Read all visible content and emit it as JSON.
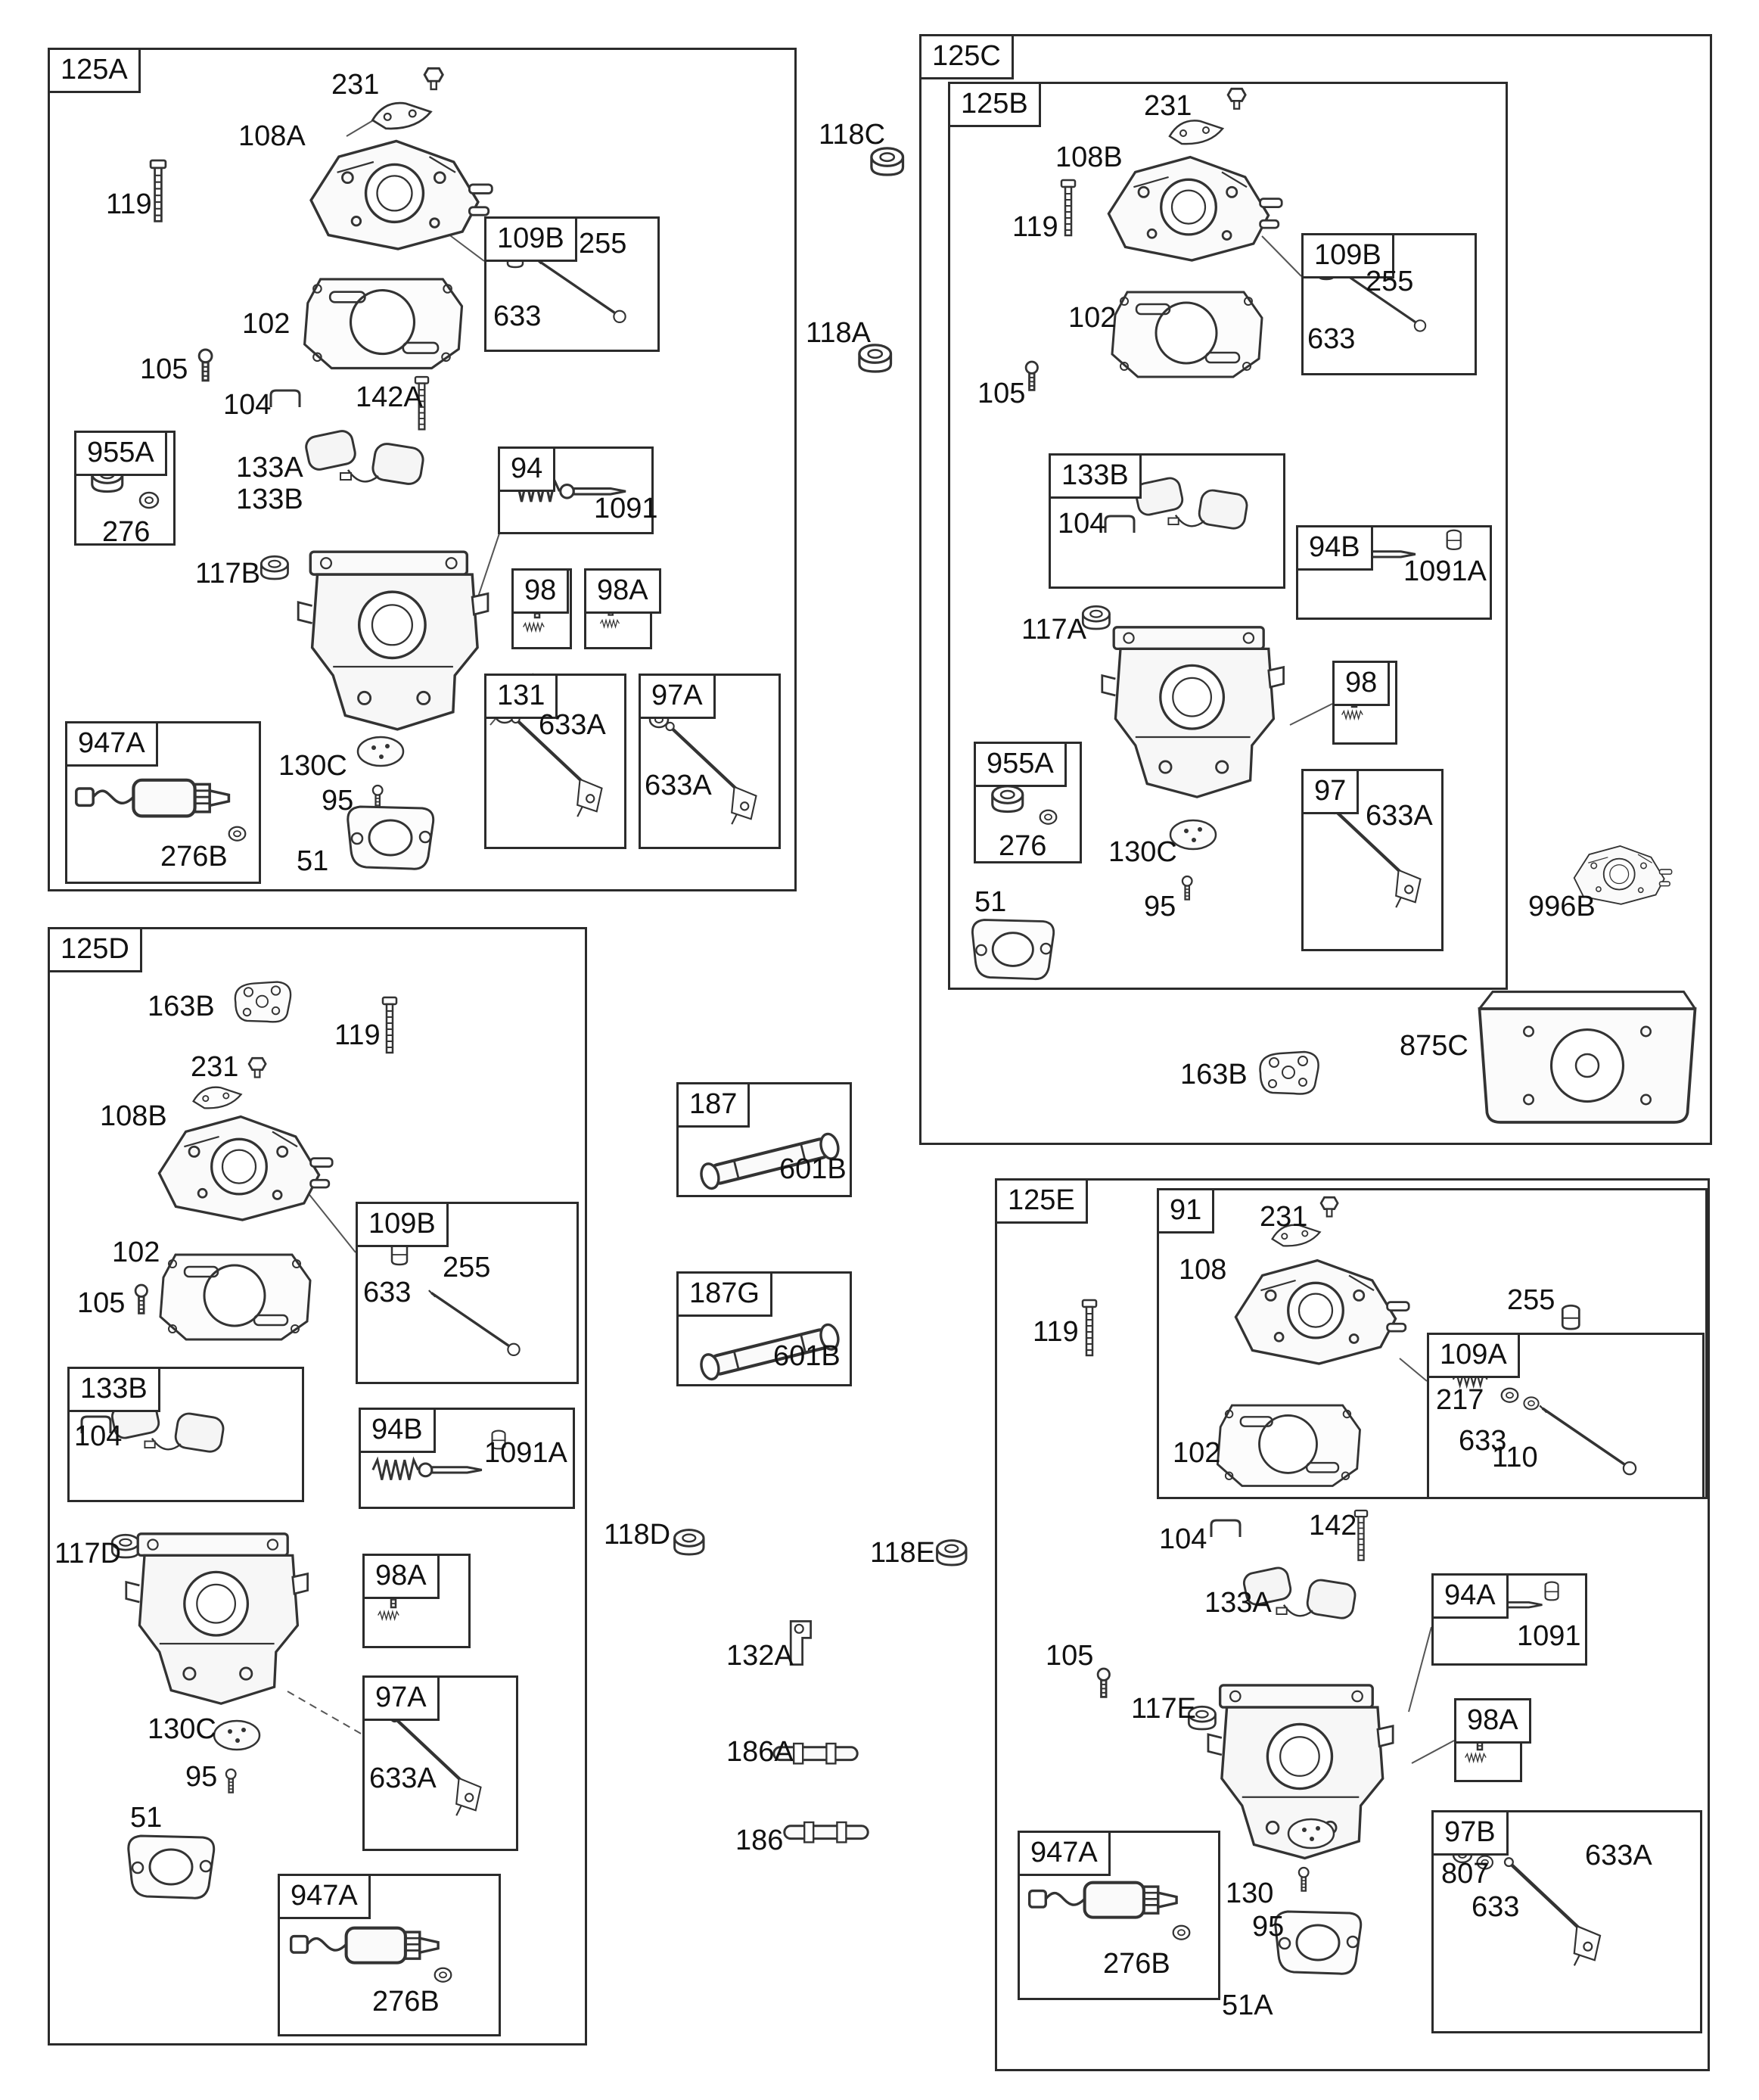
{
  "title": "Carburetor exploded parts diagram",
  "colors": {
    "ink": "#2b2b2b",
    "paper": "#ffffff"
  },
  "diagram": {
    "sections": {
      "a": {
        "tag": "125A",
        "loose": [
          "231",
          "108A",
          "119",
          "102",
          "105",
          "104",
          "142A",
          "133A",
          "133B",
          "117B",
          "130C",
          "95",
          "51"
        ],
        "boxes": {
          "b109B": {
            "tag": "109B",
            "parts": [
              "255",
              "633"
            ]
          },
          "b955A": {
            "tag": "955A",
            "parts": [
              "276"
            ]
          },
          "b94": {
            "tag": "94",
            "parts": [
              "1091"
            ]
          },
          "b98": {
            "tag": "98",
            "parts": []
          },
          "b98A": {
            "tag": "98A",
            "parts": []
          },
          "b131": {
            "tag": "131",
            "parts": [
              "633A"
            ]
          },
          "b97A": {
            "tag": "97A",
            "parts": [
              "633A"
            ]
          },
          "b947A": {
            "tag": "947A",
            "parts": [
              "276B"
            ]
          }
        }
      },
      "c": {
        "tag": "125C",
        "loose": [
          "996B",
          "875C",
          "163B"
        ]
      },
      "b": {
        "tag": "125B",
        "loose": [
          "231",
          "108B",
          "119",
          "102",
          "105",
          "117A",
          "130C",
          "95",
          "51"
        ],
        "boxes": {
          "b109B": {
            "tag": "109B",
            "parts": [
              "255",
              "633"
            ]
          },
          "b133B": {
            "tag": "133B",
            "parts": [
              "104"
            ]
          },
          "b94B": {
            "tag": "94B",
            "parts": [
              "1091A"
            ]
          },
          "b98": {
            "tag": "98",
            "parts": []
          },
          "b955A": {
            "tag": "955A",
            "parts": [
              "276"
            ]
          },
          "b97": {
            "tag": "97",
            "parts": [
              "633A"
            ]
          }
        }
      },
      "d": {
        "tag": "125D",
        "loose": [
          "163B",
          "119",
          "231",
          "108B",
          "102",
          "105",
          "117D",
          "130C",
          "95",
          "51"
        ],
        "boxes": {
          "b109B": {
            "tag": "109B",
            "parts": [
              "633",
              "255"
            ]
          },
          "b133B": {
            "tag": "133B",
            "parts": [
              "104"
            ]
          },
          "b94B": {
            "tag": "94B",
            "parts": [
              "1091A"
            ]
          },
          "b98A": {
            "tag": "98A",
            "parts": []
          },
          "b97A": {
            "tag": "97A",
            "parts": [
              "633A"
            ]
          },
          "b947A": {
            "tag": "947A",
            "parts": [
              "276B"
            ]
          }
        }
      },
      "e": {
        "tag": "125E",
        "loose": [
          "119",
          "104",
          "142",
          "133A",
          "105",
          "117E",
          "130",
          "95",
          "51A"
        ],
        "boxes": {
          "b91": {
            "tag": "91",
            "parts": [
              "231",
              "108",
              "255",
              "102"
            ]
          },
          "b109A": {
            "tag": "109A",
            "parts": [
              "217",
              "633",
              "110"
            ]
          },
          "b94A": {
            "tag": "94A",
            "parts": [
              "1091"
            ]
          },
          "b98A": {
            "tag": "98A",
            "parts": []
          },
          "b97B": {
            "tag": "97B",
            "parts": [
              "807",
              "633A",
              "633"
            ]
          },
          "b947A": {
            "tag": "947A",
            "parts": [
              "276B"
            ]
          }
        }
      }
    },
    "mid": {
      "b187": {
        "tag": "187",
        "parts": [
          "601B"
        ]
      },
      "b187G": {
        "tag": "187G",
        "parts": [
          "601B"
        ]
      },
      "loose": [
        "118C",
        "118A",
        "118D",
        "118E",
        "132A",
        "186A",
        "186"
      ]
    }
  }
}
